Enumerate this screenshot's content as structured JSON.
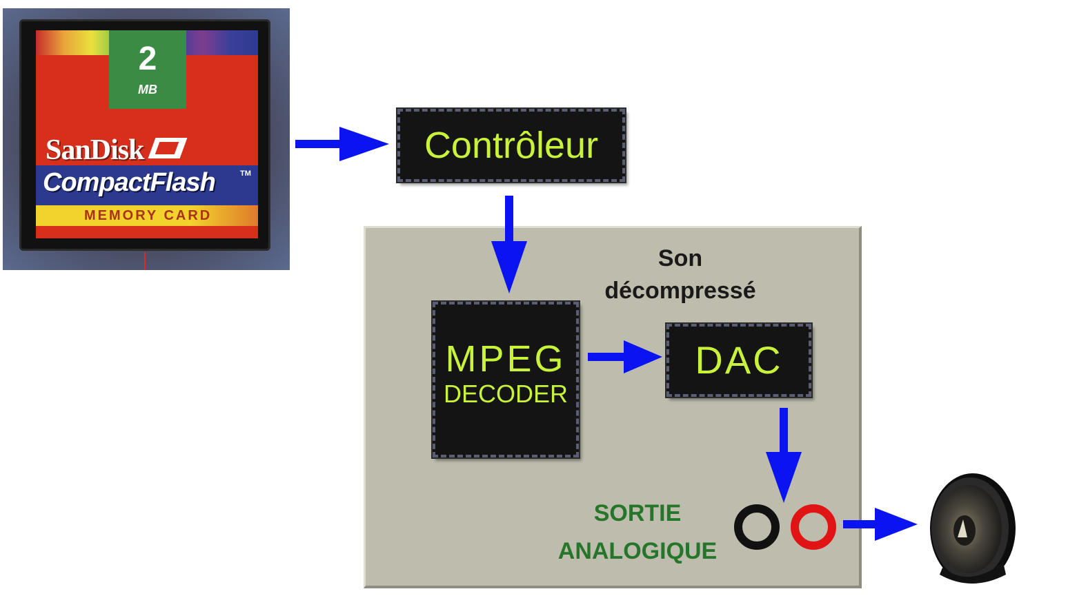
{
  "memory_card": {
    "capacity_value": "2",
    "capacity_unit": "MB",
    "brand": "SanDisk",
    "product": "CompactFlash",
    "trademark": "TM",
    "subtitle": "MEMORY CARD"
  },
  "nodes": {
    "controller": "Contrôleur",
    "mpeg_line1": "MPEG",
    "mpeg_line2": "DECODER",
    "dac": "DAC"
  },
  "labels": {
    "decompressed_line1": "Son",
    "decompressed_line2": "décompressé",
    "output_line1": "SORTIE",
    "output_line2": "ANALOGIQUE"
  },
  "colors": {
    "arrow": "#0a14f0",
    "chip_text": "#c9f23b",
    "panel": "#bebdad",
    "output_label": "#25762a",
    "jack_left": "#111111",
    "jack_right": "#e01414"
  },
  "icons": [
    "speaker-icon",
    "memory-card-icon"
  ]
}
